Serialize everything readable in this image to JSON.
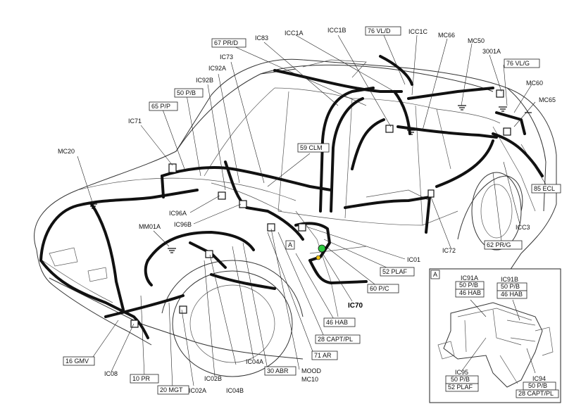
{
  "colors": {
    "highlight": "#2ecc40",
    "highlight_2": "#f1c40f",
    "harness": "#111111"
  },
  "inset": {
    "letter": "A"
  },
  "labels": {
    "ic83": "IC83",
    "ic73": "IC73",
    "ic92a": "IC92A",
    "ic92b": "IC92B",
    "ic71": "IC71",
    "mc20": "MC20",
    "mm01a": "MM01A",
    "ic96a": "IC96A",
    "ic96b": "IC96B",
    "ic08": "IC08",
    "ic02a": "IC02A",
    "ic02b": "IC02B",
    "ic04b": "IC04B",
    "ic04a": "IC04A",
    "mood": "MOOD",
    "mc10": "MC10",
    "ic01": "IC01",
    "ic70": "IC70",
    "ic72": "IC72",
    "icc3": "ICC3",
    "mc65": "MC65",
    "mc60": "MC60",
    "a3001": "3001A",
    "mc50": "MC50",
    "mc66": "MC66",
    "icc1c": "ICC1C",
    "icc1b": "ICC1B",
    "icc1a": "ICC1A",
    "ic91a": "IC91A",
    "ic91b": "IC91B",
    "ic95": "IC95",
    "ic94": "IC94",
    "area_a": "A"
  },
  "boxed": {
    "pr67": "67 PR/D",
    "pb50": "50 P/B",
    "pp65": "65 P/P",
    "clm59": "59 CLM",
    "vl76a": "76 VL/D",
    "vl76b": "76 VL/G",
    "ecl85": "85 ECL",
    "prg62": "62 PR/G",
    "plaf52": "52 PLAF",
    "pc60": "60 P/C",
    "hab46": "46 HAB",
    "capt28": "28 CAPT/PL",
    "ar71": "71 AR",
    "abr30": "30 ABR",
    "mgt20": "20 MGT",
    "pr10": "10 PR",
    "gmv16": "16 GMV",
    "ins_pb_a": "50 P/B",
    "ins_hab_a": "46 HAB",
    "ins_pb_b": "50 P/B",
    "ins_hab_b": "46 HAB",
    "ins_pb_c": "50 P/B",
    "ins_plaf": "52 PLAF",
    "ins_pb_d": "50 P/B",
    "ins_capt": "28 CAPT/PL"
  }
}
